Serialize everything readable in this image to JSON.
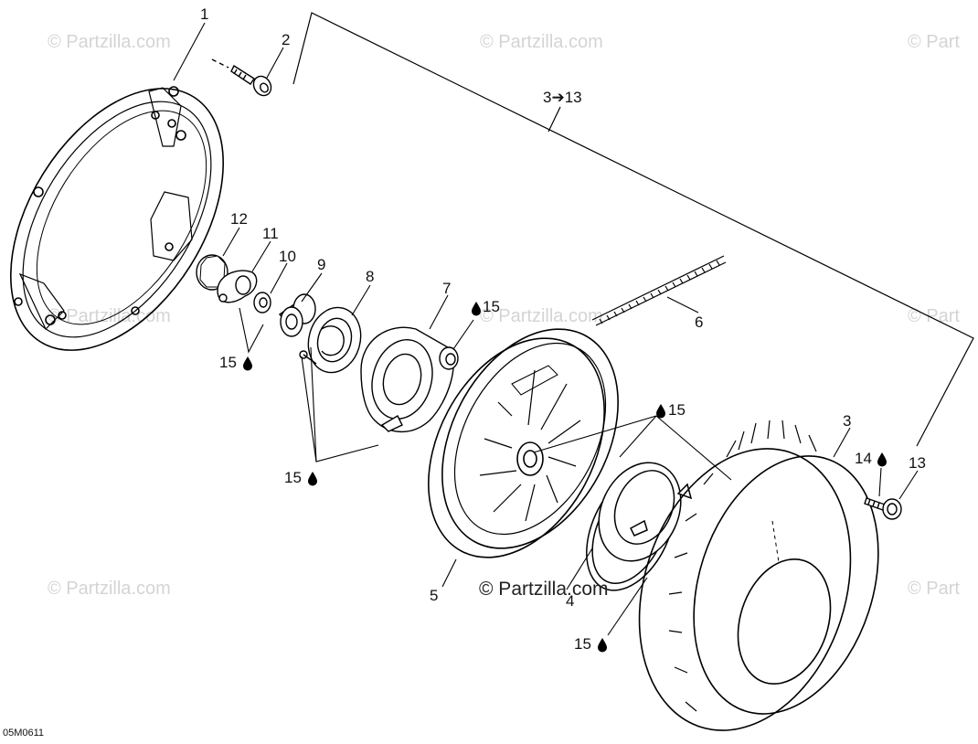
{
  "watermark": {
    "text": "© Partzilla.com",
    "main": "© Partzilla.com",
    "cut": "© Part"
  },
  "drawing_code": "05M0611",
  "callouts": {
    "c1": "1",
    "c2": "2",
    "c3_13": "3➔13",
    "c3": "3",
    "c4": "4",
    "c5": "5",
    "c6": "6",
    "c7": "7",
    "c8": "8",
    "c9": "9",
    "c10": "10",
    "c11": "11",
    "c12": "12",
    "c13": "13",
    "c14": "14",
    "c15": "15"
  },
  "icons": {
    "drop": "lubricant-drop-icon"
  }
}
